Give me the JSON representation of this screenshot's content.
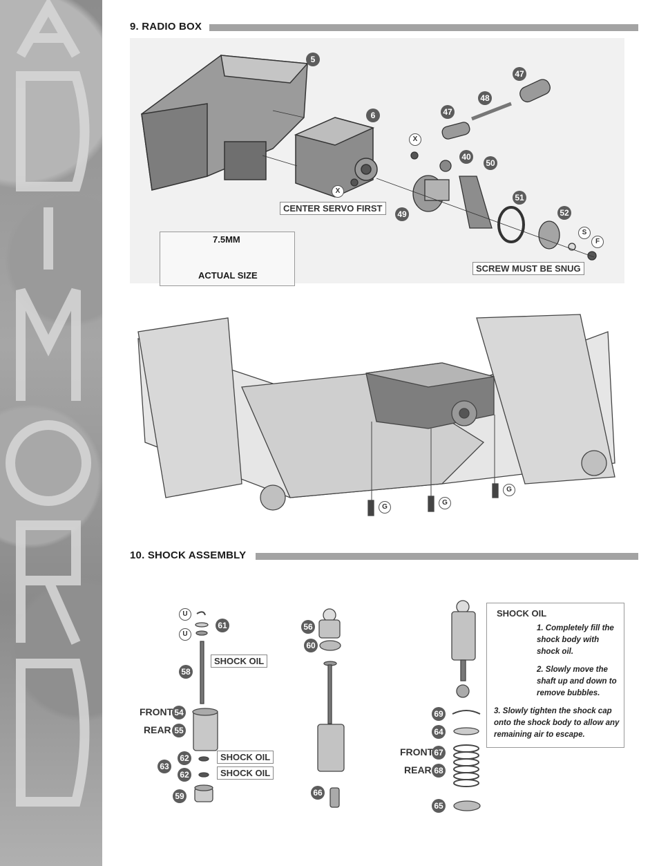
{
  "sidebar": {
    "brand": "DROMIDA"
  },
  "section9": {
    "title": "9. RADIO BOX",
    "callouts": {
      "center_servo": "CENTER SERVO FIRST",
      "screw_snug": "SCREW MUST BE SNUG"
    },
    "actual_size": {
      "measure": "7.5MM",
      "label": "ACTUAL SIZE"
    },
    "parts": [
      "5",
      "6",
      "47",
      "48",
      "47",
      "40",
      "50",
      "51",
      "52",
      "49"
    ],
    "letters": {
      "x1": "X",
      "x2": "X",
      "s": "S",
      "f": "F",
      "g1": "G",
      "g2": "G",
      "g3": "G"
    }
  },
  "section10": {
    "title": "10. SHOCK ASSEMBLY",
    "shock_oil": "SHOCK OIL",
    "front": "FRONT",
    "rear": "REAR",
    "parts_left": {
      "p61": "61",
      "p58": "58",
      "p54": "54",
      "p55": "55",
      "p62a": "62",
      "p62b": "62",
      "p63": "63",
      "p59": "59",
      "u1": "U",
      "u2": "U"
    },
    "parts_mid": {
      "p56": "56",
      "p60": "60",
      "p66": "66"
    },
    "parts_right": {
      "p69": "69",
      "p64": "64",
      "p67": "67",
      "p68": "68",
      "p65": "65"
    },
    "oil_box": {
      "title": "SHOCK OIL",
      "step1": "1. Completely fill the shock body with shock oil.",
      "step2": "2. Slowly move the shaft up and down to remove bubbles.",
      "step3": "3. Slowly tighten the shock cap onto the shock body to allow any remaining air to escape."
    }
  }
}
